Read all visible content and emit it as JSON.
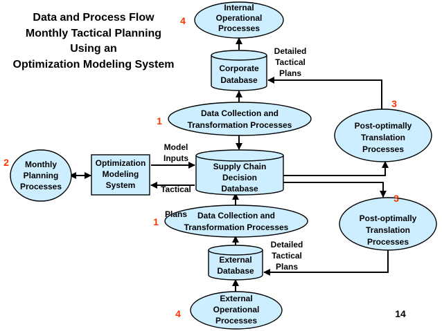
{
  "title": {
    "line1": "Data and Process Flow",
    "line2": "Monthly Tactical Planning",
    "line3": "Using an",
    "line4": "Optimization Modeling System"
  },
  "nodes": {
    "internal_processes": [
      "Internal",
      "Operational",
      "Processes"
    ],
    "corporate_db": [
      "Corporate",
      "Database"
    ],
    "dc_top": [
      "Data Collection and",
      "Transformation Processes"
    ],
    "scdd": [
      "Supply Chain",
      "Decision",
      "Database"
    ],
    "oms": [
      "Optimization",
      "Modeling",
      "System"
    ],
    "monthly": [
      "Monthly",
      "Planning",
      "Processes"
    ],
    "dc_bottom": [
      "Data Collection and",
      "Transformation Processes"
    ],
    "external_db": [
      "External",
      "Database"
    ],
    "external_processes": [
      "External",
      "Operational",
      "Processes"
    ],
    "post_top": [
      "Post-optimally",
      "Translation",
      "Processes"
    ],
    "post_bottom": [
      "Post-optimally",
      "Translation",
      "Processes"
    ]
  },
  "labels": {
    "detailed_top": [
      "Detailed",
      "Tactical",
      "Plans"
    ],
    "detailed_bottom": [
      "Detailed",
      "Tactical",
      "Plans"
    ],
    "model_inputs": [
      "Model",
      "Inputs"
    ],
    "tactical": "Tactical",
    "plans": "Plans"
  },
  "numbers": {
    "n4_top": "4",
    "n1_top": "1",
    "n2": "2",
    "n1_bottom": "1",
    "n3_top": "3",
    "n3_bottom": "3",
    "n4_bottom": "4"
  },
  "page_number": "14",
  "colors": {
    "shape_fill": "#cceeff",
    "number": "#ff3300"
  }
}
